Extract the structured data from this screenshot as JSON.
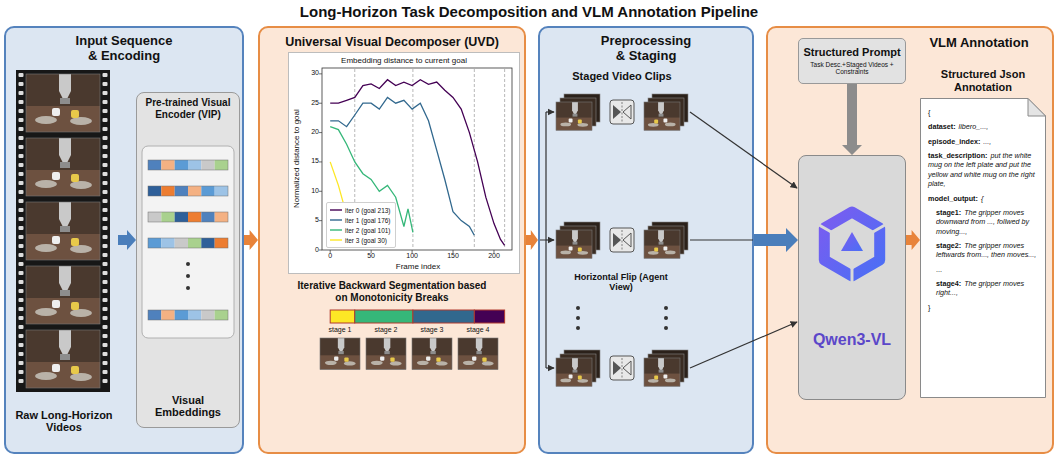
{
  "diagram": {
    "title": "Long-Horizon Task Decomposition and VLM Annotation Pipeline",
    "nodes": [
      {
        "text": [
          "Input Sequence & Encoding"
        ]
      },
      {
        "text": [
          "Raw Long-Horizon Videos"
        ],
        "in": 0
      },
      {
        "text": [
          "Pre-trained Visual Encoder (VIP)",
          "Visual Embeddings"
        ],
        "in": 0
      },
      {
        "text": [
          "Universal Visual Decomposer (UVD)"
        ]
      },
      {
        "text": [
          "Embedding distance to current goal"
        ],
        "in": 3
      },
      {
        "text": [
          "Preprocessing & Staging"
        ]
      },
      {
        "text": [
          "VLM Annotation"
        ]
      },
      {
        "text": [
          "Structured Prompt",
          "Task Desc.+Staged Videos + Constraints"
        ],
        "in": 6
      },
      {
        "text": [
          "Qwen3-VL"
        ],
        "in": 6
      },
      {
        "text": [
          "Structured Json Annotation",
          "{",
          "dataset:",
          "libero_...,",
          "episode_index:",
          "...,",
          "task_description:",
          "put the white mug on the left plate and put the yellow and white mug on the right plate,",
          "model_output:",
          "{",
          "stage1:",
          "The gripper moves downward from ..., follwed by moving...,",
          "stage2:",
          "The gripper moves leftwards from..., then moves...,",
          "...",
          "stage4:",
          "The gripper moves right...,",
          "}"
        ],
        "in": 6
      }
    ],
    "edges": [
      {
        "from": 1,
        "to": 2,
        "arrow": "to"
      },
      {
        "from": 0,
        "to": 3,
        "arrow": "to"
      },
      {
        "from": 3,
        "to": 5,
        "arrow": "to"
      },
      {
        "from": 5,
        "to": 8,
        "arrow": "to"
      },
      {
        "from": 7,
        "to": 8,
        "arrow": "to"
      },
      {
        "from": 8,
        "to": 9,
        "arrow": "to"
      }
    ],
    "labels": [
      "Normalized distance to goal",
      "Frame index",
      "0",
      "5",
      "10",
      "15",
      "20",
      "25",
      "30",
      "0",
      "50",
      "100",
      "150",
      "200",
      "Iterative Backward Segmentation based on Monotonicity Breaks",
      "stage 1",
      "stage 2",
      "stage 3",
      "stage 4",
      "Staged Video Clips",
      "Horizontal Flip (Agent View)"
    ],
    "legend": [
      {
        "text": "iter 0 (goal 213)"
      },
      {
        "text": "iter 1 (goal 176)"
      },
      {
        "text": "iter 2 (goal 101)"
      },
      {
        "text": "iter 3 (goal 30)"
      }
    ]
  }
}
